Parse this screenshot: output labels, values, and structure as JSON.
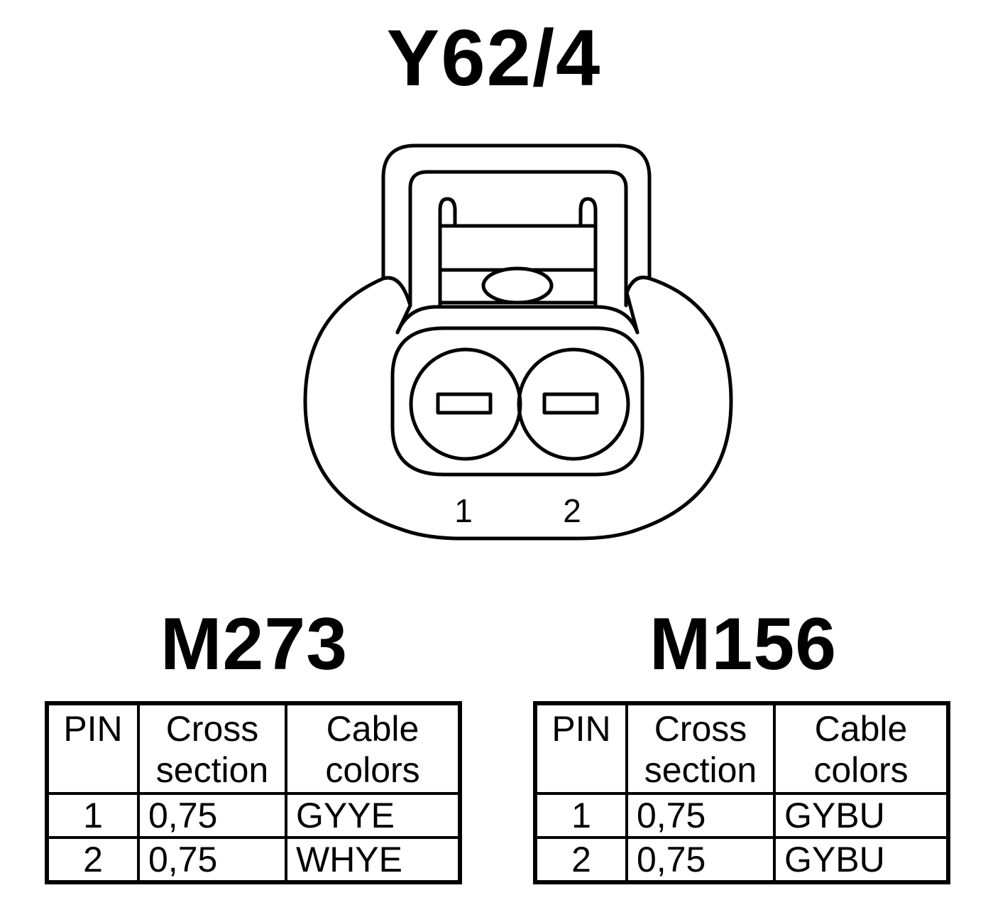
{
  "title": "Y62/4",
  "connector": {
    "pin_labels": [
      "1",
      "2"
    ]
  },
  "tables": [
    {
      "engine": "M273",
      "headers": {
        "pin": "PIN",
        "cross": [
          "Cross",
          "section"
        ],
        "colors": [
          "Cable",
          "colors"
        ]
      },
      "rows": [
        {
          "pin": "1",
          "cross_section": "0,75",
          "cable_color": "GYYE"
        },
        {
          "pin": "2",
          "cross_section": "0,75",
          "cable_color": "WHYE"
        }
      ]
    },
    {
      "engine": "M156",
      "headers": {
        "pin": "PIN",
        "cross": [
          "Cross",
          "section"
        ],
        "colors": [
          "Cable",
          "colors"
        ]
      },
      "rows": [
        {
          "pin": "1",
          "cross_section": "0,75",
          "cable_color": "GYBU"
        },
        {
          "pin": "2",
          "cross_section": "0,75",
          "cable_color": "GYBU"
        }
      ]
    }
  ]
}
